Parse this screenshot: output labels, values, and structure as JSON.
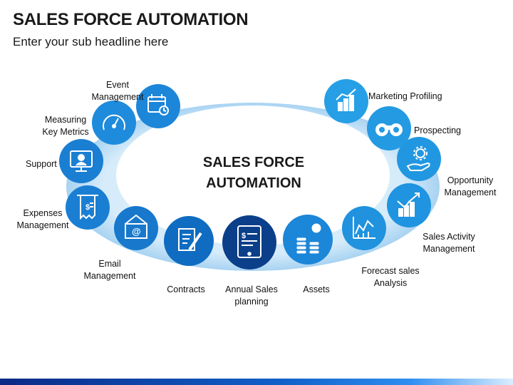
{
  "title": "SALES FORCE AUTOMATION",
  "subtitle": "Enter your sub headline here",
  "center": {
    "line1": "SALES FORCE",
    "line2": "AUTOMATION"
  },
  "colors": {
    "ring": "#bfe0f6",
    "node_light": "#2aa0e6",
    "node_mid": "#1c86d9",
    "node_dark": "#0c5fb0",
    "highlight": "#0b3f8a"
  },
  "items": [
    {
      "label": "Event\nManagement",
      "icon": "calendar-icon"
    },
    {
      "label": "Measuring\nKey Metrics",
      "icon": "speedometer-icon"
    },
    {
      "label": "Support",
      "icon": "support-monitor-icon"
    },
    {
      "label": "Expenses\nManagement",
      "icon": "receipt-icon"
    },
    {
      "label": "Email\nManagement",
      "icon": "email-icon"
    },
    {
      "label": "Contracts",
      "icon": "contract-icon"
    },
    {
      "label": "Annual Sales\nplanning",
      "icon": "tablet-dollar-icon"
    },
    {
      "label": "Assets",
      "icon": "coins-icon"
    },
    {
      "label": "Forecast sales\nAnalysis",
      "icon": "forecast-chart-icon"
    },
    {
      "label": "Sales Activity\nManagement",
      "icon": "growth-chart-icon"
    },
    {
      "label": "Opportunity\nManagement",
      "icon": "gear-hand-icon"
    },
    {
      "label": "Prospecting",
      "icon": "binoculars-icon"
    },
    {
      "label": "Marketing Profiling",
      "icon": "bar-chart-icon"
    }
  ]
}
